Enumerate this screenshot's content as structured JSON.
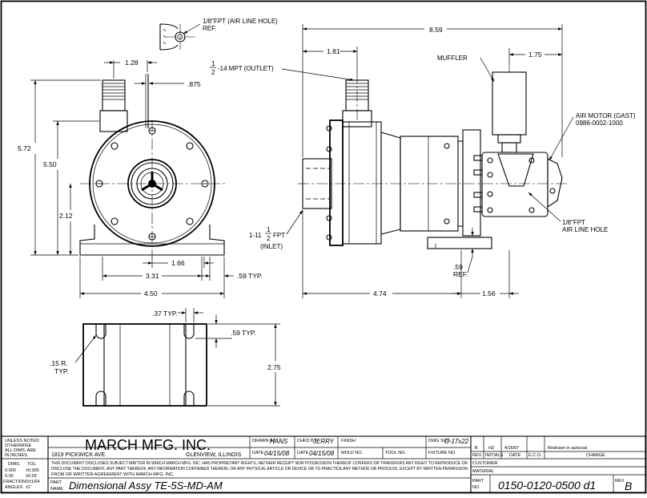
{
  "notes": {
    "air_line_hole_top": "1/8\"FPT (AIR LINE HOLE)",
    "ref": "REF.",
    "outlet": "-14 MPT (OUTLET)",
    "outlet_frac_num": "1",
    "outlet_frac_den": "2",
    "muffler": "MUFFLER",
    "air_motor_1": "AIR MOTOR (GAST)",
    "air_motor_2": "0986-0002-1000",
    "air_line_hole_side_1": "1/8\"FPT",
    "air_line_hole_side_2": "AIR LINE HOLE",
    "inlet_prefix": "1-11",
    "inlet_frac_num": "1",
    "inlet_frac_den": "2",
    "inlet_suffix": "FPT",
    "inlet_2": "(INLET)",
    "radius": ".15 R.",
    "typ": "TYP."
  },
  "dimensions": {
    "d_1_28": "1.28",
    "d_875": ".875",
    "d_5_72": "5.72",
    "d_5_50": "5.50",
    "d_2_12": "2.12",
    "d_1_66": "1.66",
    "d_3_31": "3.31",
    "d_59_typ": ".59 TYP.",
    "d_4_50": "4.50",
    "d_8_59": "8.59",
    "d_1_81": "1.81",
    "d_1_75": "1.75",
    "d_59": ".59",
    "d_ref": "REF.",
    "d_4_74": "4.74",
    "d_1_56": "1.56",
    "d_37_typ": ".37 TYP.",
    "d_59_typ_b": ".59 TYP.",
    "d_2_75": "2.75"
  },
  "title_block": {
    "unless_noted": "UNLESS NOTED",
    "otherwise": "OTHERWISE",
    "all_dims": "ALL DIMS. ARE",
    "in_inches": "IN INCHES.",
    "dims": "DIMS.",
    "tol": "TOL.",
    "tol_row1_a": "0.000",
    "tol_row1_b": "±0.005",
    "tol_row2_a": "0.00",
    "tol_row2_b": "±0.03",
    "tol_row3": "FRACTIONS±1/64",
    "tol_row4_a": "ANGLES",
    "tol_row4_b": "±1˚",
    "company": "MARCH MFG. INC.",
    "address": "1819 PICKWICK AVE.",
    "city": "GLENVIEW, ILLINOIS",
    "drawn_by_label": "DRAWN BY",
    "drawn_by": "HANS",
    "chkd_by_label": "CHKD BY",
    "chkd_by": "JERRY",
    "finish_label": "FINISH",
    "dwg_size_label": "DWG SIZE",
    "dwg_size": "C-17x22",
    "date_label": "DATE",
    "date_drawn": "04/15/08",
    "date_chkd": "04/15/08",
    "mold_label": "MOLD NO.",
    "tool_label": "TOOL NO.",
    "fixture_label": "FIXTURE NO.",
    "disclaimer_1": "THIS DOCUMENT DISCLOSES SUBJECT MATTER IN WHICH MARCH MFG. INC. HAS PROPRIETARY RIGHTS, NEITHER RECEIPT NOR POSSESSION THEREOF CONFERS OR TRANSFERS ANY RIGHT TO REPRODUCE OR",
    "disclaimer_2": "DISCLOSE THE DOCUMENT, ANY PART THEREOF, ANY INFORMATION CONTAINED THEREIN, OR ANY PHYSICAL ARTICLE OR DEVICE OR TO PRACTICE ANY METHOD OR PROCESS, EXCEPT BY WRITTEN PERMISSION",
    "disclaimer_3": "FROM OR WRITTEN AGREEMENT WITH MARCH MFG. INC.",
    "part_name_label_1": "PART",
    "part_name_label_2": "NAME",
    "part_name": "Dimensional Assy TE-5S-MD-AM",
    "rev_row": {
      "rev": "B",
      "initials": "HZ",
      "date": "4/16/07",
      "change": "Redrawn in autocad."
    },
    "rev_hdr": {
      "rev": "REV.",
      "initials": "INITIALS",
      "date": "DATE",
      "eco": "E.C.O.",
      "change": "CHANGE"
    },
    "customer_label": "CUSTOMER",
    "material_label": "MATERIAL",
    "part_no_label_1": "PART",
    "part_no_label_2": "NO.",
    "part_no": "0150-0120-0500 d1",
    "rev_label": "REV.",
    "rev_value": "B"
  }
}
